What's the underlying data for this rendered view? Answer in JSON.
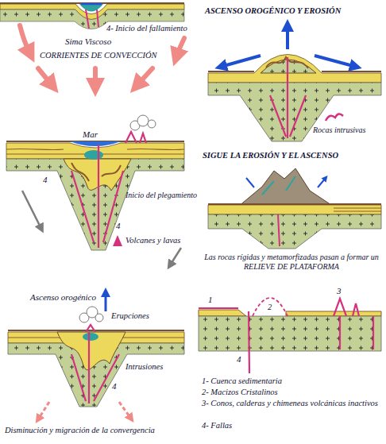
{
  "diagram": {
    "labels": [
      "4- Inicio del fallamiento",
      "Sima Viscoso",
      "CORRIENTES DE CONVECCIÓN",
      "Mar",
      "4",
      "Inicio del plegamiento",
      "4",
      "Volcanes y lavas",
      "Ascenso orogénico",
      "Erupciones",
      "Intrusiones",
      "4",
      "Disminución y migración de la convergencia",
      "ASCENSO OROGÉNICO Y EROSIÓN",
      "Rocas intrusivas",
      "SIGUE LA EROSIÓN Y EL ASCENSO",
      "Las rocas rígidas y metamorfizadas pasan a formar un RELIEVE DE PLATAFORMA",
      "1",
      "2",
      "3",
      "4",
      "1- Cuenca sedimentaria",
      "2- Macizos Cristalinos",
      "3- Conos, calderas y chimeneas volcánicas inactivos",
      "4- Fallas"
    ]
  }
}
